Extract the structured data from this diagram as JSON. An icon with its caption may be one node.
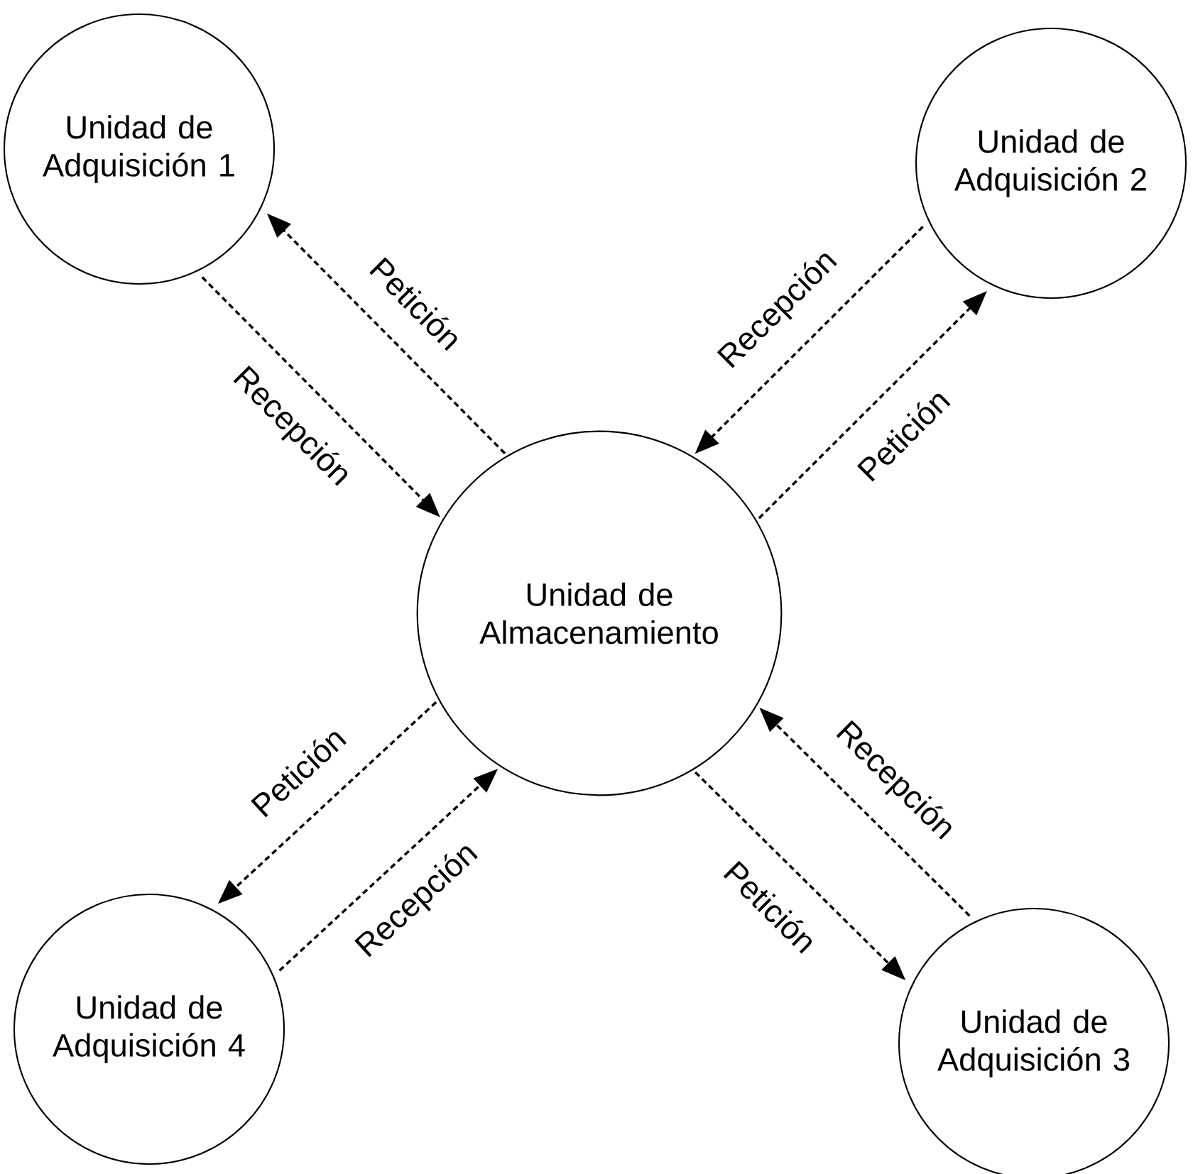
{
  "diagram": {
    "nodes": [
      {
        "text": [
          "Unidad de Adquisición 1"
        ]
      },
      {
        "text": [
          "Unidad de Adquisición 2"
        ]
      },
      {
        "text": [
          "Unidad de Almacenamiento"
        ]
      },
      {
        "text": [
          "Unidad de Adquisición 4"
        ]
      },
      {
        "text": [
          "Unidad de Adquisición 3"
        ]
      }
    ],
    "edges": [
      {
        "from": 2,
        "to": 0,
        "arrow": "to",
        "label": "Petición",
        "style": "dashed"
      },
      {
        "from": 0,
        "to": 2,
        "arrow": "to",
        "label": "Recepción",
        "style": "dashed"
      },
      {
        "from": 1,
        "to": 2,
        "arrow": "to",
        "label": "Recepción",
        "style": "dashed"
      },
      {
        "from": 2,
        "to": 1,
        "arrow": "to",
        "label": "Petición",
        "style": "dashed"
      },
      {
        "from": 2,
        "to": 3,
        "arrow": "to",
        "label": "Petición",
        "style": "dashed"
      },
      {
        "from": 3,
        "to": 2,
        "arrow": "to",
        "label": "Recepción",
        "style": "dashed"
      },
      {
        "from": 4,
        "to": 2,
        "arrow": "to",
        "label": "Recepción",
        "style": "dashed"
      },
      {
        "from": 2,
        "to": 4,
        "arrow": "to",
        "label": "Petición",
        "style": "dashed"
      }
    ]
  }
}
